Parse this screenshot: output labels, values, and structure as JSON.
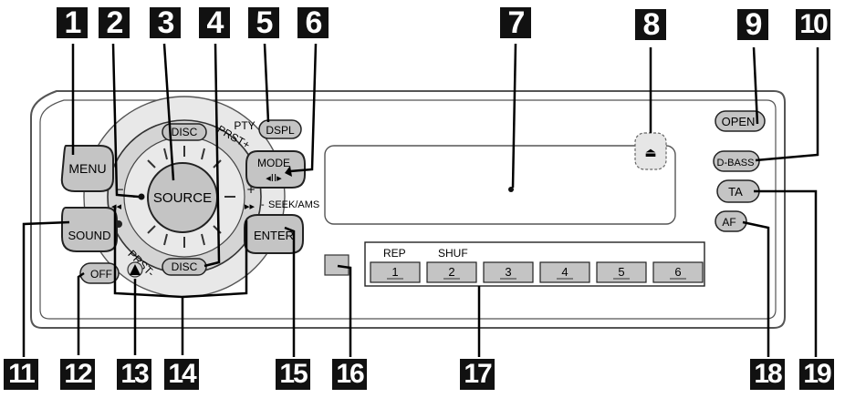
{
  "callouts": [
    "1",
    "2",
    "3",
    "4",
    "5",
    "6",
    "7",
    "8",
    "9",
    "10",
    "11",
    "12",
    "13",
    "14",
    "15",
    "16",
    "17",
    "18",
    "19"
  ],
  "labels": {
    "menu": "MENU",
    "source": "SOURCE",
    "disc_top": "DISC",
    "disc_bottom": "DISC",
    "prst_plus": "PRST+",
    "prst_minus": "PRST-",
    "pty": "PTY",
    "dspl": "DSPL",
    "mode": "MODE",
    "seek_ams": "SEEK/AMS",
    "sound": "SOUND",
    "off": "OFF",
    "enter": "ENTER",
    "open": "OPEN",
    "dbass": "D-BASS",
    "ta": "TA",
    "af": "AF",
    "rep": "REP",
    "shuf": "SHUF",
    "presets": [
      "1",
      "2",
      "3",
      "4",
      "5",
      "6"
    ]
  },
  "colors": {
    "button_fill": "#c4c4c4",
    "panel_outline": "#555555",
    "callout_bg": "#111111",
    "line": "#000000"
  }
}
